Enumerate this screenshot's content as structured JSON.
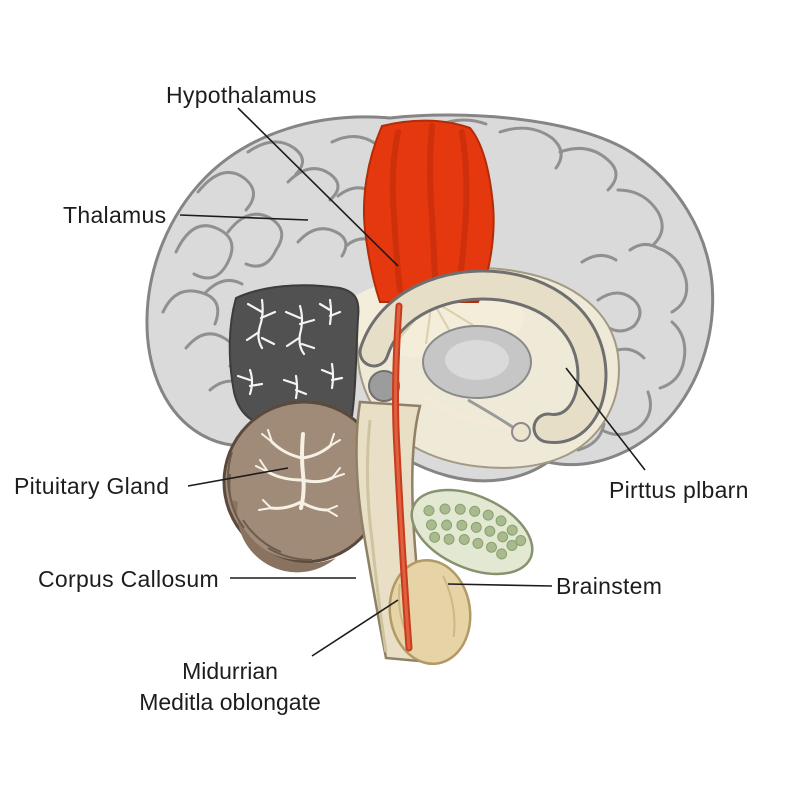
{
  "labels": {
    "hypothalamus": "Hypothalamus",
    "thalamus": "Thalamus",
    "pituitary_gland": "Pituitary Gland",
    "corpus_callosum": "Corpus Callosum",
    "pirttus_plbarn": "Pirttus plbarn",
    "brainstem": "Brainstem",
    "medulla_line1": "Midurrian",
    "medulla_line2": "Meditla oblongate"
  },
  "colors": {
    "highlight_red": "#e6380f",
    "cortex_gray": "#dadada",
    "cortex_outline": "#858585",
    "interior_cream": "#efe9d8",
    "corpus_callosum_cream": "#e6dec6",
    "cerebellum_brown": "#a08a78",
    "pons_green": "#e2e8d2",
    "medulla_tan": "#e6d3a6",
    "brainstem_beige": "#e8dfc6",
    "vessel_red": "#c63d1e",
    "dark_region": "#515151"
  }
}
